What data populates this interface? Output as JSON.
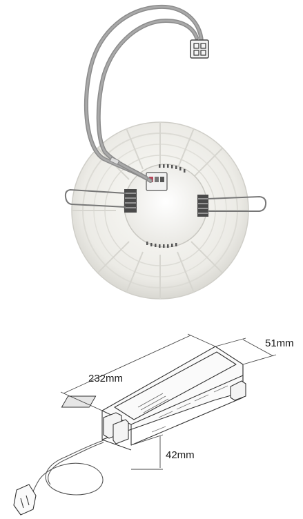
{
  "dimensions": {
    "length": "232mm",
    "width": "51mm",
    "height": "42mm"
  }
}
